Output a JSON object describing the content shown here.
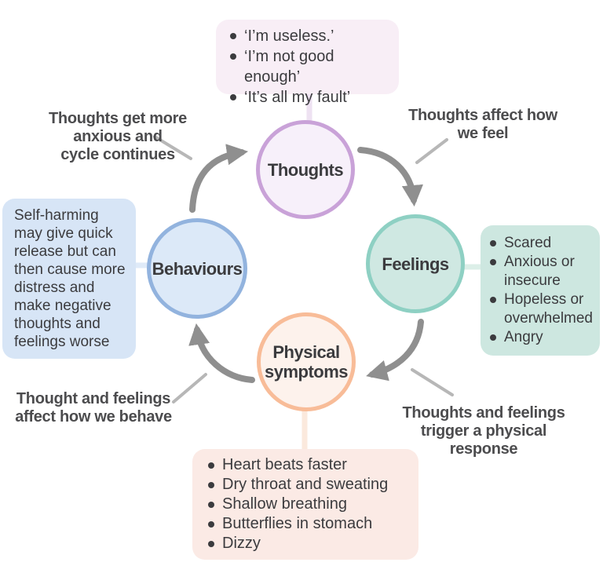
{
  "diagram_title": "thoughts-feelings-behaviour cycle",
  "palette": {
    "thoughts_border": "#c9a2d8",
    "thoughts_fill": "#f7f0fa",
    "thoughts_box_fill": "#f8eef6",
    "feelings_border": "#8ed0c3",
    "feelings_fill": "#cfe8e2",
    "feelings_box_fill": "#cde7e0",
    "behaviours_border": "#92b3de",
    "behaviours_fill": "#dce9f8",
    "behaviours_box_fill": "#d7e5f6",
    "physical_border": "#f8bc98",
    "physical_fill": "#fdf2ec",
    "physical_box_fill": "#fbeae5",
    "cycle_arrow": "#8f8f8f",
    "pointer_line": "#b7b7b7",
    "text_dark": "#3b3b3e",
    "annotation_gray": "#4c4c4e"
  },
  "nodes": {
    "thoughts": {
      "label": "Thoughts"
    },
    "feelings": {
      "label": "Feelings"
    },
    "physical": {
      "label": "Physical symptoms"
    },
    "behaviours": {
      "label": "Behaviours"
    }
  },
  "callouts": {
    "thoughts": {
      "items": [
        "‘I’m useless.’",
        "‘I’m not good enough’",
        "‘It’s all my fault’"
      ]
    },
    "feelings": {
      "items": [
        "Scared",
        "Anxious or insecure",
        "Hopeless or overwhelmed",
        "Angry"
      ]
    },
    "physical": {
      "items": [
        "Heart beats faster",
        "Dry throat and sweating",
        "Shallow breathing",
        "Butterflies in stomach",
        "Dizzy"
      ]
    },
    "behaviours": {
      "text": "Self-harming may give quick release but can then cause more distress and make negative thoughts and feelings worse"
    }
  },
  "annotations": {
    "top_left": {
      "lines": [
        "Thoughts get more",
        "anxious and",
        "cycle continues"
      ]
    },
    "top_right": {
      "lines": [
        "Thoughts affect how",
        "we feel"
      ]
    },
    "bottom_left": {
      "lines": [
        "Thought and feelings",
        "affect how we behave"
      ]
    },
    "bottom_right": {
      "lines": [
        "Thoughts and feelings",
        "trigger a physical",
        "response"
      ]
    }
  }
}
